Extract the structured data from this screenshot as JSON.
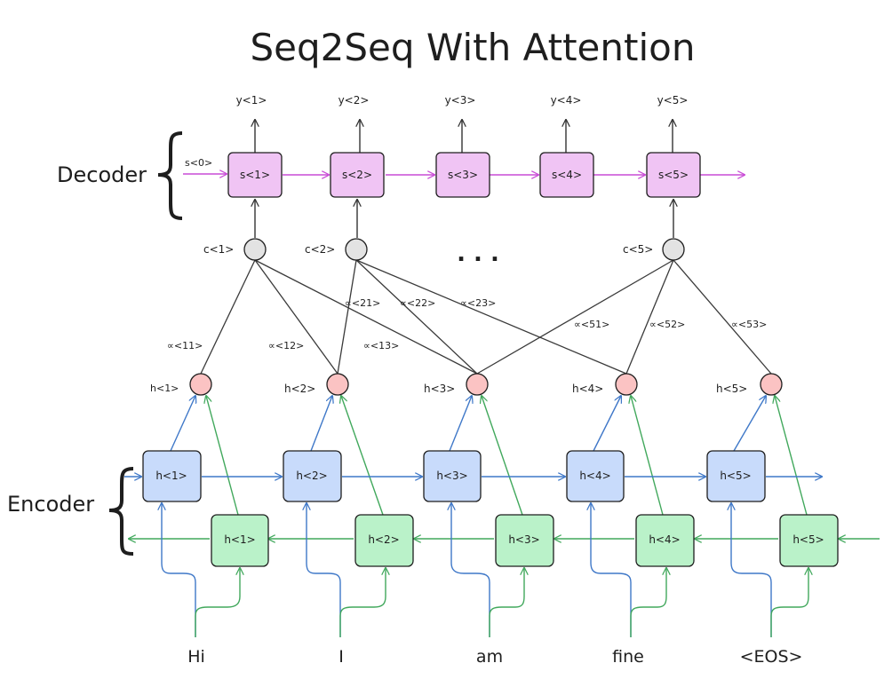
{
  "title": "Seq2Seq With Attention",
  "decoder_label": "Decoder",
  "encoder_label": "Encoder",
  "initial_state": "s<0>",
  "outputs": [
    "y<1>",
    "y<2>",
    "y<3>",
    "y<4>",
    "y<5>"
  ],
  "decoder_states": [
    "s<1>",
    "s<2>",
    "s<3>",
    "s<4>",
    "s<5>"
  ],
  "context_nodes": [
    "c<1>",
    "c<2>",
    "c<5>"
  ],
  "ellipsis": ". . .",
  "attention_weights": [
    "∝<11>",
    "∝<12>",
    "∝<13>",
    "∝<21>",
    "∝<22>",
    "∝<23>",
    "∝<51>",
    "∝<52>",
    "∝<53>"
  ],
  "hidden_nodes": [
    "h<1>",
    "h<2>",
    "h<3>",
    "h<4>",
    "h<5>"
  ],
  "forward_states": [
    "h<1>",
    "h<2>",
    "h<3>",
    "h<4>",
    "h<5>"
  ],
  "backward_states": [
    "h<1>",
    "h<2>",
    "h<3>",
    "h<4>",
    "h<5>"
  ],
  "input_words": [
    "Hi",
    "I",
    "am",
    "fine",
    "<EOS>"
  ],
  "colors": {
    "decoder_fill": "#f0c4f4",
    "decoder_arrow": "#c94bd6",
    "forward_fill": "#c8dbfb",
    "forward_arrow": "#3f78c8",
    "backward_fill": "#baf2c9",
    "backward_arrow": "#41a85c",
    "hidden_fill": "#fbc3c3",
    "context_fill": "#e3e3e3",
    "stroke": "#1e1e1e"
  }
}
